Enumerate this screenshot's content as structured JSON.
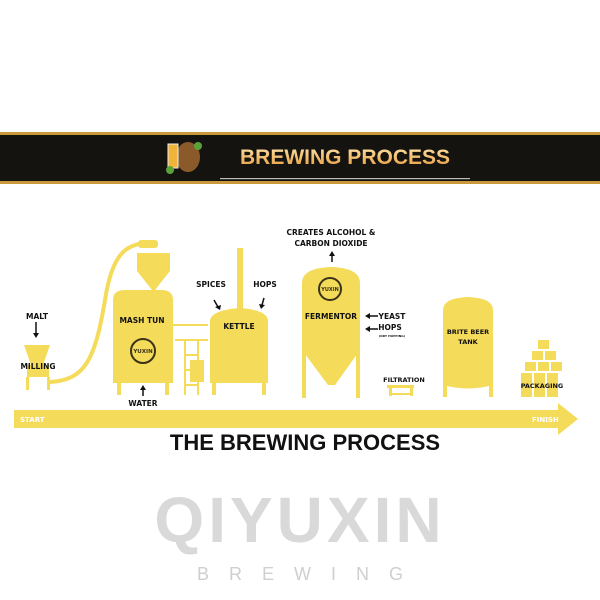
{
  "banner": {
    "title": "BREWING PROCESS",
    "icon": "beer-barrel-icon"
  },
  "watermark": {
    "brand": "QIYUXIN",
    "sub": "BREWING"
  },
  "logo_text": "YUXIN",
  "steps": {
    "malt": "MALT",
    "milling": "MILLING",
    "mash_tun": "MASH TUN",
    "water": "WATER",
    "spices": "SPICES",
    "hops": "HOPS",
    "kettle": "KETTLE",
    "creates_1": "CREATES ALCOHOL &",
    "creates_2": "CARBON DIOXIDE",
    "fermentor": "FERMENTOR",
    "yeast": "YEAST",
    "hops_dry": "HOPS",
    "dry_hopping": "(DRY HOPPING)",
    "filtration": "FILTRATION",
    "brite_1": "BRITE BEER",
    "brite_2": "TANK",
    "packaging": "PACKAGING"
  },
  "timeline": {
    "start": "START",
    "finish": "FINISH"
  },
  "footer_title": "THE BREWING PROCESS",
  "colors": {
    "equipment": "#f5db5a",
    "banner": "#151310",
    "gold": "#c99a3c",
    "title_gold": "#f0b25a"
  }
}
